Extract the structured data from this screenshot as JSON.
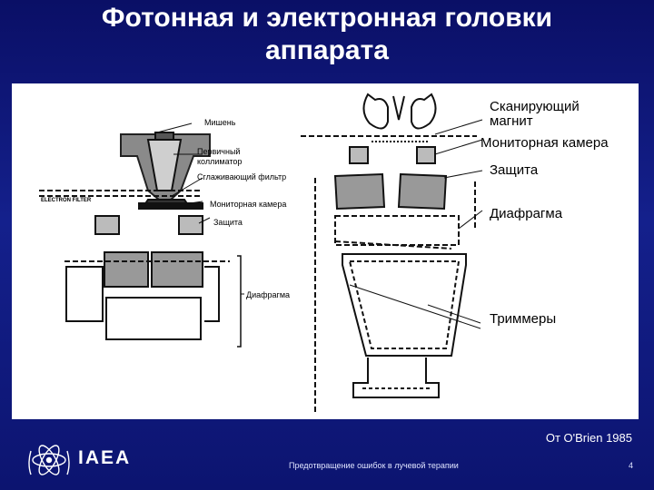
{
  "title": {
    "line1": "Фотонная и электронная головки",
    "line2": "аппарата"
  },
  "diagram_left": {
    "target": "Мишень",
    "primary_collimator": "Первичный\nколлиматор",
    "flattening_filter": "Сглаживающий фильтр",
    "electron_filter": "ELECTRON FILTER",
    "monitor_chamber": "Мониторная камера",
    "shield": "Защита",
    "diaphragm": "Диафрагма"
  },
  "diagram_right": {
    "scanning_magnet": "Сканирующий\nмагнит",
    "monitor_chamber": "Мониторная камера",
    "shield": "Защита",
    "diaphragm": "Диафрагма",
    "trimmers": "Триммеры"
  },
  "source": "От O'Brien 1985",
  "footer": {
    "logo": "IAEA",
    "course": "Предотвращение ошибок в лучевой терапии",
    "page": "4"
  },
  "colors": {
    "background": "#0f1a80",
    "panel": "#ffffff",
    "text": "#ffffff"
  }
}
